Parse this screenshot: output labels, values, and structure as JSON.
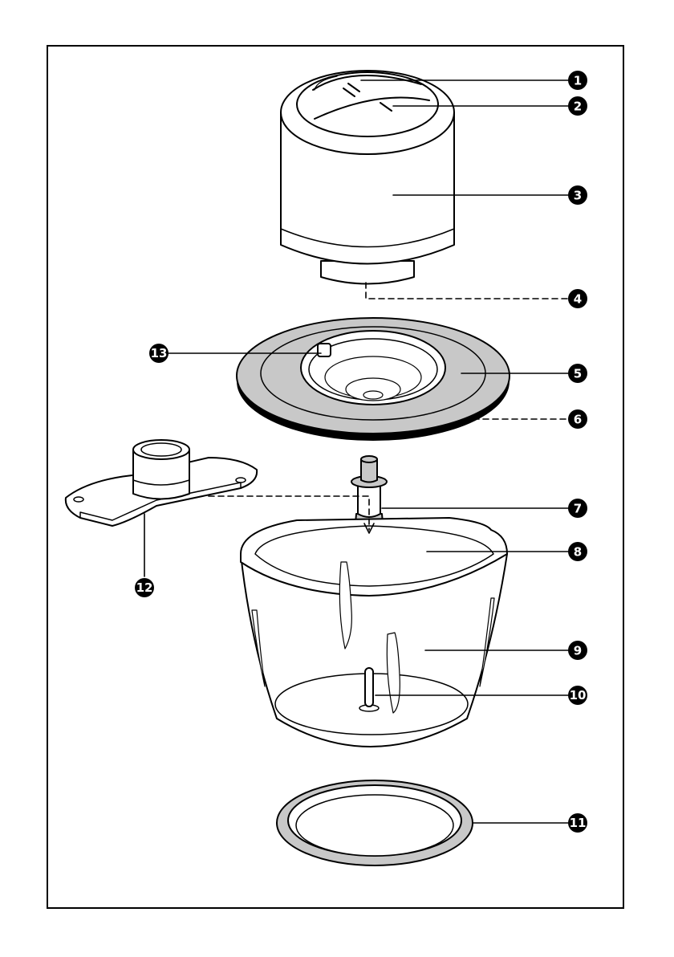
{
  "callouts": [
    {
      "id": "1",
      "label": "1",
      "part": "button-high-speed"
    },
    {
      "id": "2",
      "label": "2",
      "part": "button-low-speed"
    },
    {
      "id": "3",
      "label": "3",
      "part": "motor-unit"
    },
    {
      "id": "4",
      "label": "4",
      "part": "motor-coupling"
    },
    {
      "id": "5",
      "label": "5",
      "part": "bowl-lid"
    },
    {
      "id": "6",
      "label": "6",
      "part": "lid-gasket"
    },
    {
      "id": "7",
      "label": "7",
      "part": "blade-shaft"
    },
    {
      "id": "8",
      "label": "8",
      "part": "chopping-blade"
    },
    {
      "id": "9",
      "label": "9",
      "part": "bowl"
    },
    {
      "id": "10",
      "label": "10",
      "part": "bowl-pin"
    },
    {
      "id": "11",
      "label": "11",
      "part": "anti-slip-base"
    },
    {
      "id": "12",
      "label": "12",
      "part": "whisk-accessory"
    },
    {
      "id": "13",
      "label": "13",
      "part": "lid-latch"
    }
  ],
  "colors": {
    "line": "#000000",
    "gray_fill": "#c8c8c8",
    "light_fill": "#ffffff",
    "badge": "#000000"
  },
  "icons": {
    "button_high": "double-dash-glyph",
    "button_low": "single-dash-glyph"
  }
}
